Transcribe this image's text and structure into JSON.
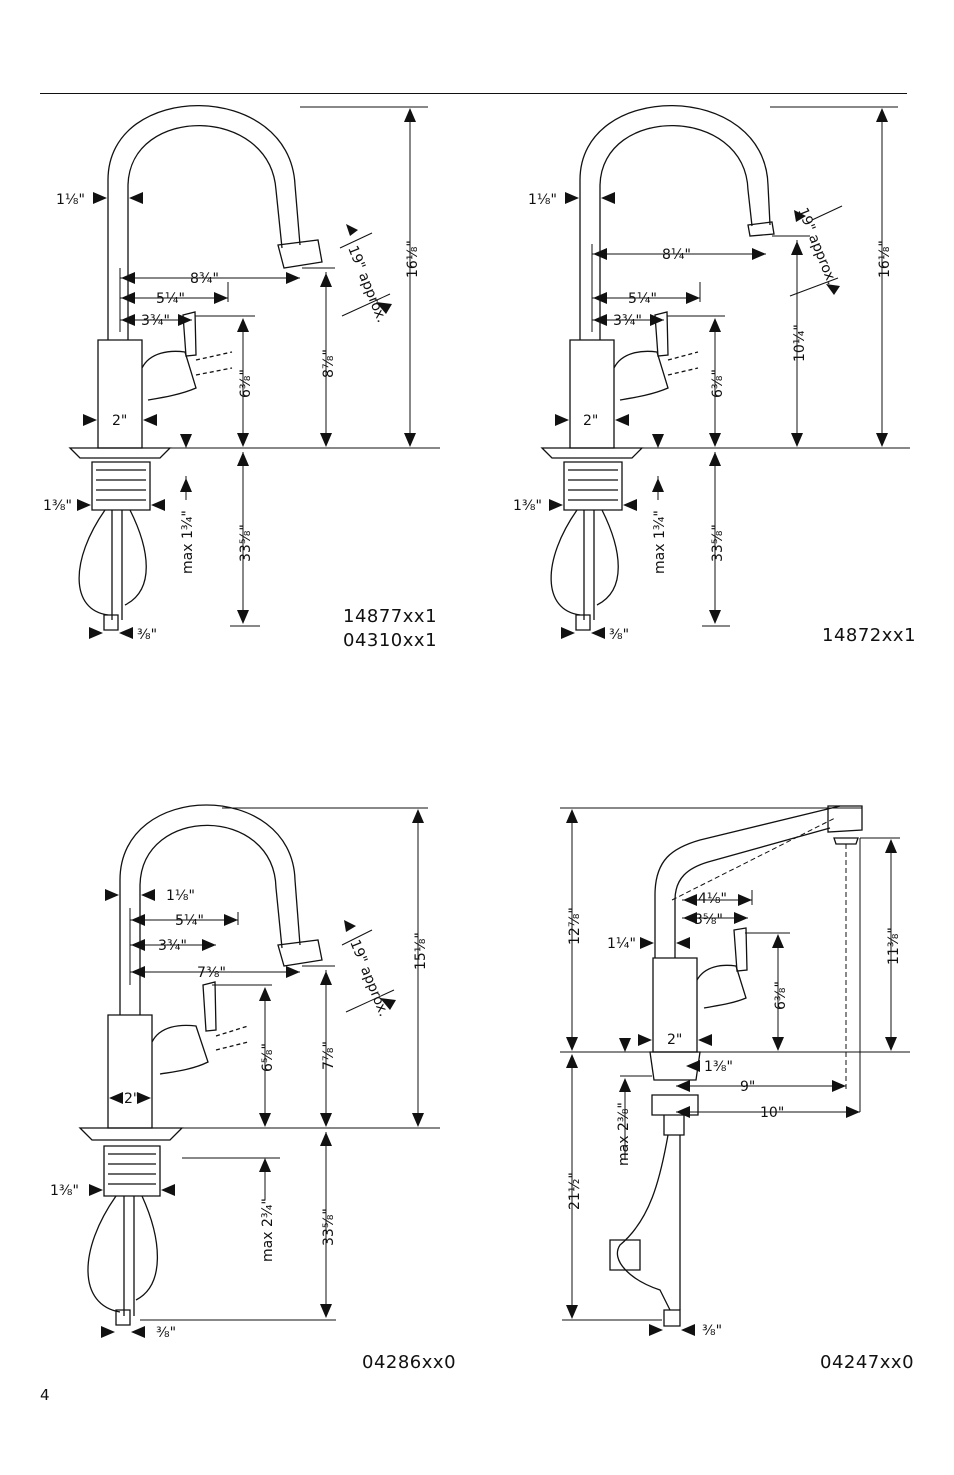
{
  "page_number": "4",
  "figures": [
    {
      "id": "fig-1",
      "models": [
        "14877xx1",
        "04310xx1"
      ],
      "dimensions": {
        "spout_diameter": "1⅛\"",
        "reach": "8¾\"",
        "handle_reach_a": "5¼\"",
        "handle_reach_b": "3¾\"",
        "body_diameter": "2\"",
        "shank_diameter": "1⅜\"",
        "supply_diameter": "⅜\"",
        "handle_height": "6⅜\"",
        "outlet_height": "8⅞\"",
        "total_height": "16⅛\"",
        "max_deck": "max 1¾\"",
        "supply_length": "33⅝\"",
        "pullout": "19\" approx."
      }
    },
    {
      "id": "fig-2",
      "models": [
        "14872xx1"
      ],
      "dimensions": {
        "spout_diameter": "1⅛\"",
        "reach": "8¼\"",
        "handle_reach_a": "5¼\"",
        "handle_reach_b": "3¾\"",
        "body_diameter": "2\"",
        "shank_diameter": "1⅜\"",
        "supply_diameter": "⅜\"",
        "handle_height": "6⅜\"",
        "outlet_height": "10¼\"",
        "total_height": "16⅛\"",
        "max_deck": "max 1¾\"",
        "supply_length": "33⅝\"",
        "pullout": "19\" approx."
      }
    },
    {
      "id": "fig-3",
      "models": [
        "04286xx0"
      ],
      "dimensions": {
        "spout_diameter": "1⅛\"",
        "reach": "7⅜\"",
        "handle_reach_a": "5¼\"",
        "handle_reach_b": "3¾\"",
        "body_diameter": "2\"",
        "shank_diameter": "1⅜\"",
        "supply_diameter": "⅜\"",
        "handle_height": "6⅝\"",
        "outlet_height": "7⅞\"",
        "total_height": "15⅛\"",
        "max_deck": "max 2¾\"",
        "supply_length": "33⅝\"",
        "pullout": "19\" approx."
      }
    },
    {
      "id": "fig-4",
      "models": [
        "04247xx0"
      ],
      "dimensions": {
        "spout_diameter": "1¼\"",
        "handle_reach_a": "4⅛\"",
        "handle_reach_b": "3⅝\"",
        "body_diameter": "2\"",
        "shank_diameter": "1⅜\"",
        "supply_diameter": "⅜\"",
        "handle_height": "6⅜\"",
        "total_height": "12⅞\"",
        "outlet_height": "11⅜\"",
        "reach_a": "9\"",
        "reach_b": "10\"",
        "max_deck": "max 2⅜\"",
        "supply_length": "21½\""
      }
    }
  ]
}
